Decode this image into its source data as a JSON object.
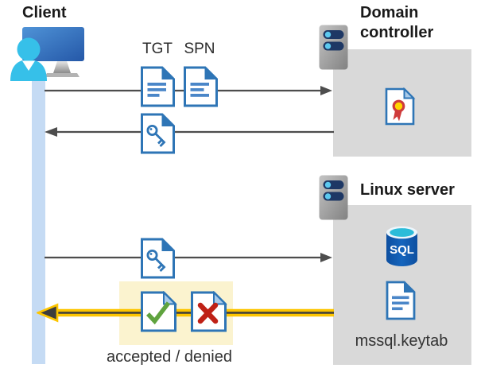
{
  "diagram": {
    "client": {
      "label": "Client"
    },
    "domain_controller": {
      "label": "Domain controller"
    },
    "linux_server": {
      "label": "Linux server"
    },
    "messages": {
      "tgt": "TGT",
      "spn": "SPN",
      "result": "accepted / denied"
    },
    "artifacts": {
      "sql_badge": "SQL",
      "keytab": "mssql.keytab"
    },
    "icons": {
      "client_device_icon": "monitor-with-user",
      "server_icon": "rack-server-with-leds",
      "document_icon": "document-with-text-lines",
      "key_document_icon": "document-with-key",
      "certificate_document_icon": "document-with-ribbon-seal",
      "check_document_icon": "document-with-green-check",
      "cross_document_icon": "document-with-red-x",
      "sql_database_icon": "sql-database-cylinder"
    },
    "colors": {
      "doc_border_blue": "#2E75B6",
      "doc_lines_blue": "#4A86C8",
      "fold_light_blue": "#A9CBE9",
      "panel_gray": "#D9D9D9",
      "lifeline_blue": "#C5DBF4",
      "arrow_gray": "#4D4D4D",
      "highlight_bg_yellow": "#FBF3CF",
      "highlight_arrow_yellow": "#FDC500",
      "check_green": "#5FA33E",
      "cross_red": "#BF2116",
      "seal_gold": "#FFD500",
      "seal_red": "#CF3B3B",
      "server_navy": "#1E3865",
      "led_cyan": "#5CC9EF",
      "person_cyan": "#36C0E9",
      "monitor_blue": "#2F6FB7",
      "sql_blue": "#1159AE",
      "sql_top_cyan": "#2CBCD9",
      "text_dark": "#2B2B2B"
    }
  }
}
